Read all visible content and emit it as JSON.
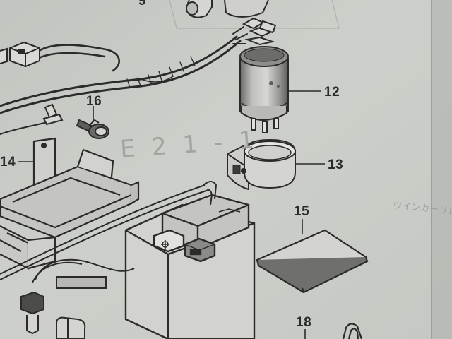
{
  "page": {
    "background_color": "#c9cbc6",
    "ink_color": "#2a2b2a",
    "faint_ink_color": "#9a9c98"
  },
  "callouts": {
    "top": "9",
    "relay": "12",
    "bracket": "13",
    "tray_label": "14",
    "pad": "15",
    "bolt": "16",
    "bottom": "18"
  },
  "bleed_through": {
    "code": "E 2 1 - 1",
    "caption": "ウインカーリレー"
  },
  "parts": [
    "wire-harness-icon",
    "connector-icon",
    "relay-icon",
    "relay-holder-icon",
    "bolt-icon",
    "battery-tray-icon",
    "battery-icon",
    "rubber-pad-icon",
    "battery-band-icon",
    "breather-tube-icon"
  ]
}
